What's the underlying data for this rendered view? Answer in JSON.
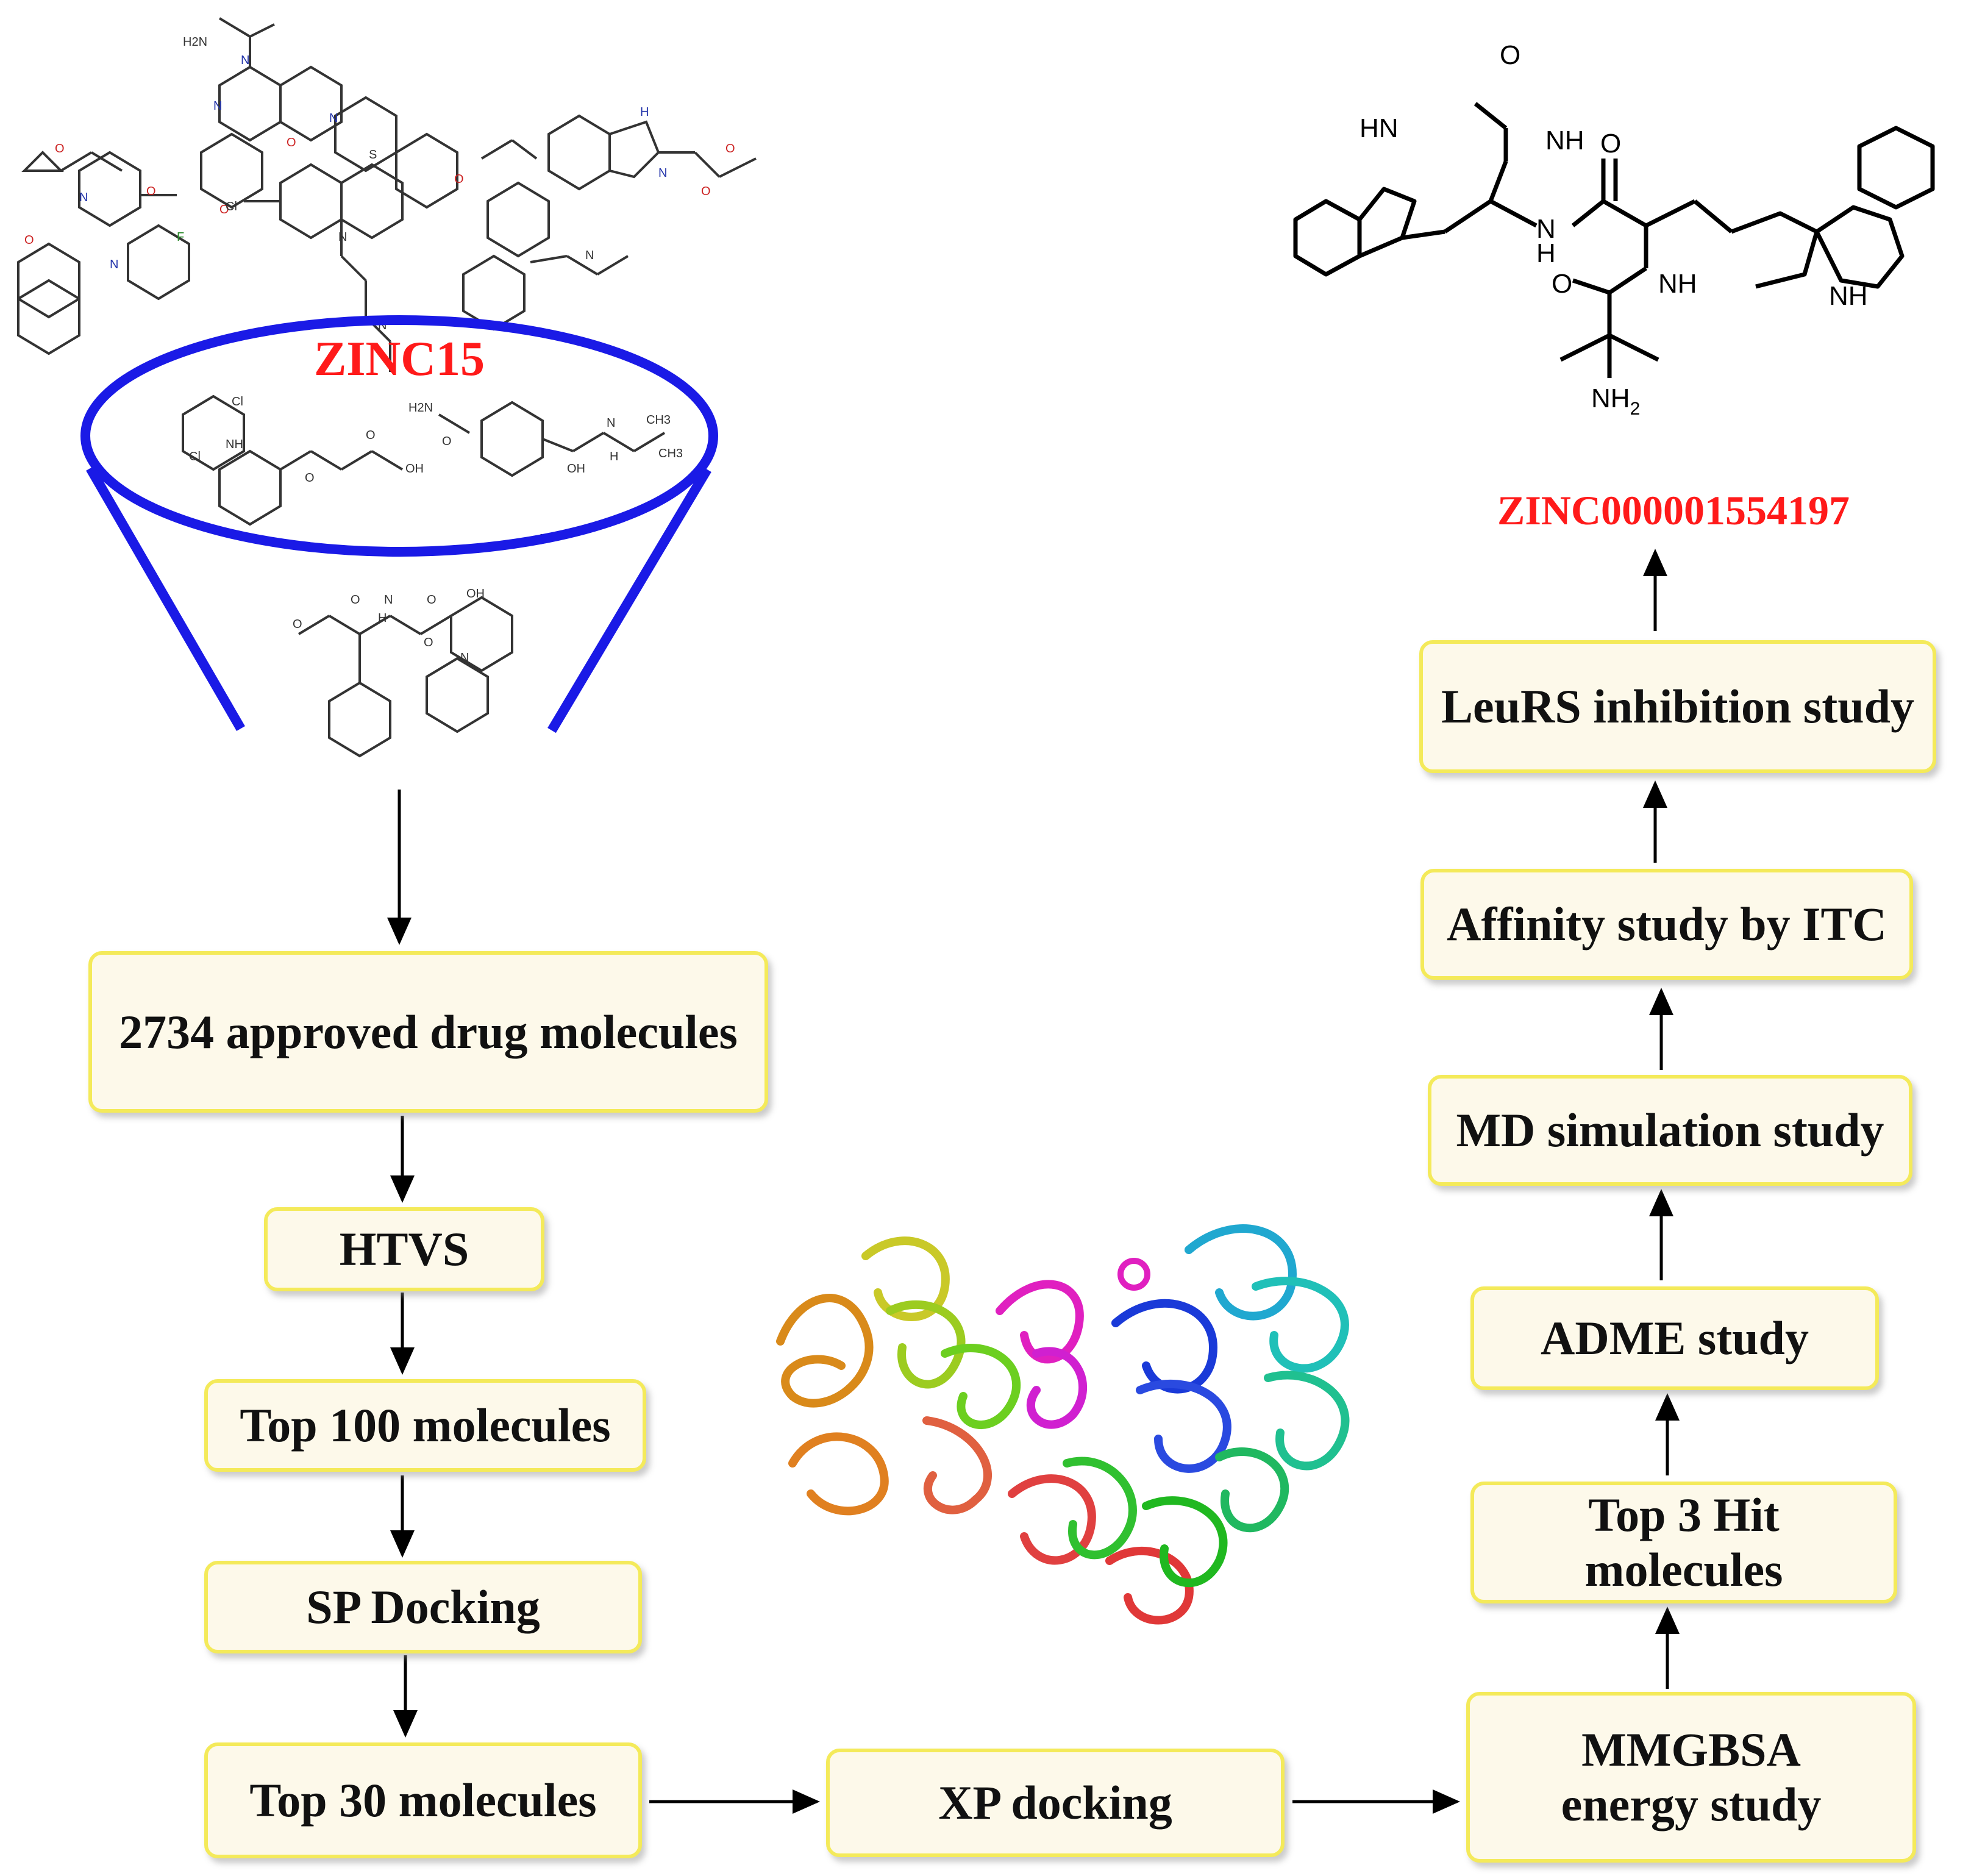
{
  "colors": {
    "box_fill": "#fdf9ea",
    "box_border": "#f4ea5a",
    "funnel": "#1a1ae6",
    "highlight": "#ff1a1a",
    "arrow": "#000000"
  },
  "labels": {
    "library": "ZINC15",
    "hit_compound": "ZINC000001554197"
  },
  "steps": {
    "approved": "2734 approved drug molecules",
    "htvs": "HTVS",
    "top100": "Top 100 molecules",
    "sp": "SP Docking",
    "top30": "Top 30 molecules",
    "xp": "XP docking",
    "mmgbsa_l1": "MMGBSA",
    "mmgbsa_l2": "energy study",
    "top3_l1": "Top 3 Hit",
    "top3_l2": "molecules",
    "adme": "ADME study",
    "md": "MD simulation study",
    "itc": "Affinity study by ITC",
    "leurs": "LeuRS inhibition study"
  },
  "structure_atoms": {
    "hn_left": "HN",
    "o_formyl": "O",
    "nh_top": "NH",
    "nh_amide": "N",
    "h_amide": "H",
    "o_carbonyl": "O",
    "o_lower": "O",
    "nh_lower": "NH",
    "nh_right": "NH",
    "nh2": "NH",
    "nh2_sub": "2"
  },
  "mini_structure_atoms": [
    "H2N",
    "N",
    "N",
    "O",
    "N",
    "O",
    "O",
    "S",
    "Cl",
    "N",
    "N",
    "O",
    "O",
    "N",
    "H",
    "N",
    "O",
    "O",
    "F",
    "N",
    "O",
    "Cl",
    "NH",
    "Cl",
    "O",
    "O",
    "OH",
    "H2N",
    "O",
    "OH",
    "N",
    "H",
    "CH3",
    "CH3",
    "O",
    "O",
    "N",
    "H",
    "O",
    "OH",
    "N",
    "O",
    "N",
    "N"
  ]
}
